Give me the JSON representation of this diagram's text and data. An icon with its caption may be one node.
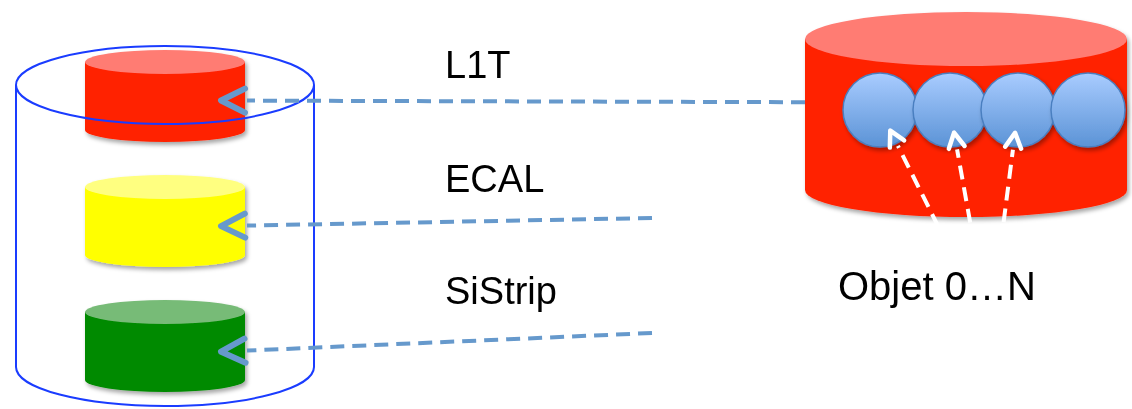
{
  "diagram": {
    "nodes": [
      {
        "text": [],
        "shape": "cylinder"
      },
      {
        "text": [],
        "shape": "cylinder",
        "in": 0
      },
      {
        "text": [],
        "shape": "cylinder",
        "in": 0
      },
      {
        "text": [],
        "shape": "cylinder",
        "in": 0
      },
      {
        "text": [],
        "shape": "cylinder"
      },
      {
        "text": [],
        "shape": "circle",
        "in": 4
      },
      {
        "text": [],
        "shape": "circle",
        "in": 4
      },
      {
        "text": [],
        "shape": "circle",
        "in": 4
      },
      {
        "text": [],
        "shape": "circle",
        "in": 4
      },
      {
        "text": [
          "Objet 0…N"
        ]
      }
    ],
    "edges": [
      {
        "from": 4,
        "to": 1,
        "arrow": "to",
        "label": "L1T",
        "style": "dashed"
      },
      {
        "from": null,
        "to": 2,
        "arrow": "to",
        "label": "ECAL",
        "style": "dashed"
      },
      {
        "from": null,
        "to": 3,
        "arrow": "to",
        "label": "SiStrip",
        "style": "dashed"
      },
      {
        "from": 9,
        "to": 5,
        "arrow": "to",
        "style": "dashed",
        "color": "#ffffff"
      },
      {
        "from": 9,
        "to": 6,
        "arrow": "to",
        "style": "dashed",
        "color": "#ffffff"
      },
      {
        "from": 9,
        "to": 7,
        "arrow": "to",
        "style": "dashed",
        "color": "#ffffff"
      }
    ]
  }
}
